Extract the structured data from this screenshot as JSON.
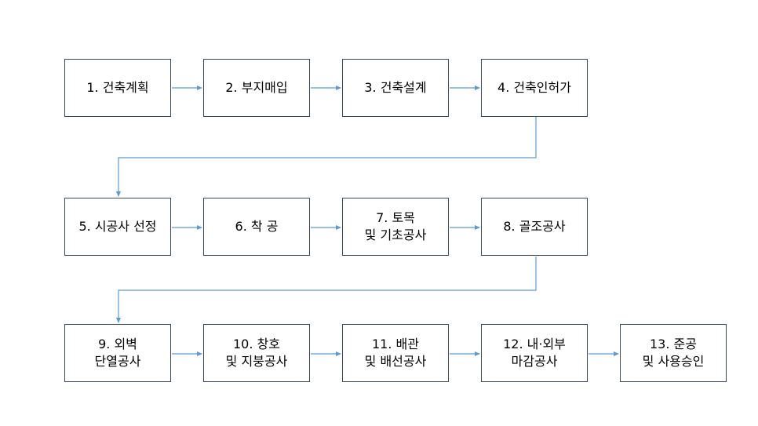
{
  "colors": {
    "box_border": "#3b4a5c",
    "arrow": "#5b9bd5",
    "text": "#000000",
    "background": "#ffffff"
  },
  "steps": [
    {
      "label": "1. 건축계획"
    },
    {
      "label": "2. 부지매입"
    },
    {
      "label": "3. 건축설계"
    },
    {
      "label": "4. 건축인허가"
    },
    {
      "label": "5. 시공사 선정"
    },
    {
      "label": "6. 착    공"
    },
    {
      "label": "7. 토목\n및 기초공사"
    },
    {
      "label": "8. 골조공사"
    },
    {
      "label": "9. 외벽\n단열공사"
    },
    {
      "label": "10. 창호\n및 지붕공사"
    },
    {
      "label": "11. 배관\n및 배선공사"
    },
    {
      "label": "12. 내·외부\n마감공사"
    },
    {
      "label": "13. 준공\n및 사용승인"
    }
  ]
}
